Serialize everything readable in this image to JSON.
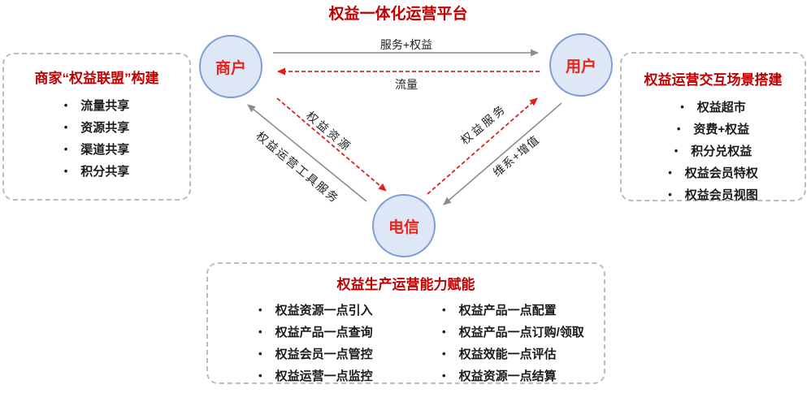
{
  "title": "权益一体化运营平台",
  "nodes": {
    "merchant": "商户",
    "user": "用户",
    "telecom": "电信"
  },
  "edges": {
    "merchant_to_user": "服务+权益",
    "user_to_merchant": "流量",
    "merchant_to_telecom": "权益资源",
    "telecom_to_merchant": "权益运营工具服务",
    "telecom_to_user": "权益服务",
    "user_to_telecom": "维系+增值"
  },
  "left_panel": {
    "title": "商家“权益联盟”构建",
    "bullet": "•",
    "items": [
      "流量共享",
      "资源共享",
      "渠道共享",
      "积分共享"
    ]
  },
  "right_panel": {
    "title": "权益运营交互场景搭建",
    "bullet": "•",
    "items": [
      "权益超市",
      "资费+权益",
      "积分兑权益",
      "权益会员特权",
      "权益会员视图"
    ]
  },
  "bottom_panel": {
    "title": "权益生产运营能力赋能",
    "bullet": "•",
    "col1": [
      "权益资源一点引入",
      "权益产品一点查询",
      "权益会员一点管控",
      "权益运营一点监控"
    ],
    "col2": [
      "权益产品一点配置",
      "权益产品一点订购/领取",
      "权益效能一点评估",
      "权益资源一点结算"
    ]
  },
  "colors": {
    "title_red": "#c00000",
    "node_text_red": "#e8231d",
    "node_fill": "#dee7f5",
    "node_border": "#7e9cd6",
    "arrow_gray": "#8c8c8c",
    "arrow_red": "#e02020",
    "panel_border": "#bcbcbc"
  }
}
